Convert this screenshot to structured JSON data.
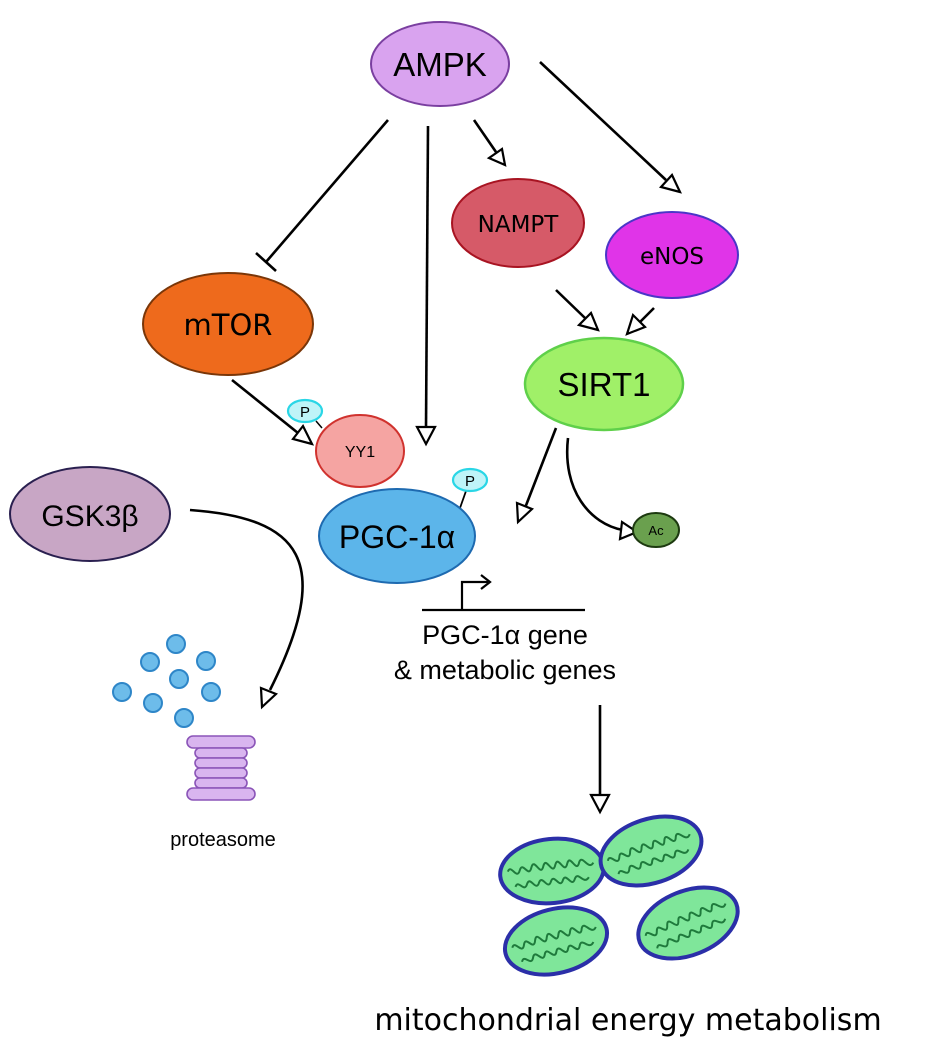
{
  "nodes": {
    "ampk": {
      "label": "AMPK",
      "color": "#d9a3ef"
    },
    "nampt": {
      "label": "NAMPT",
      "color": "#d65a68"
    },
    "enos": {
      "label": "eNOS",
      "color": "#e034e8"
    },
    "mtor": {
      "label": "mTOR",
      "color": "#ee6a1c"
    },
    "sirt1": {
      "label": "SIRT1",
      "color": "#a0f068"
    },
    "yy1": {
      "label": "YY1",
      "color": "#f5a4a2"
    },
    "gsk3b": {
      "label": "GSK3β",
      "color": "#c8a6c5"
    },
    "pgc1a": {
      "label": "PGC-1α",
      "color": "#5cb5ea"
    },
    "ac": {
      "label": "Ac",
      "color": "#6aa04e"
    },
    "p_yy1": {
      "label": "P",
      "color": "#bff4f8"
    },
    "p_pgc": {
      "label": "P",
      "color": "#bff4f8"
    }
  },
  "genes_label": {
    "line1": "PGC-1α gene",
    "line2": "& metabolic genes",
    "color": "#8a2226"
  },
  "proteasome_label": "proteasome",
  "mito_label": "mitochondrial energy metabolism",
  "colors": {
    "proteasome": "#d9b5ef",
    "subunit": "#6dbcea",
    "mito_fill": "#7fe69a",
    "mito_border": "#2b2fa8"
  }
}
